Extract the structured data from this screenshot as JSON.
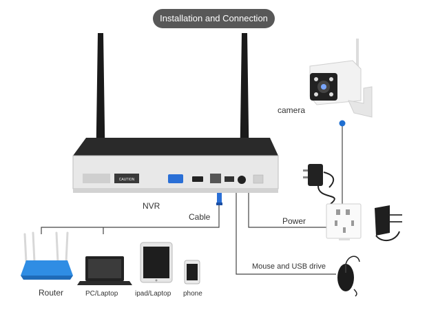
{
  "header": {
    "title": "Installation and Connection"
  },
  "labels": {
    "nvr": "NVR",
    "camera": "camera",
    "cable": "Cable",
    "power": "Power",
    "mouse_usb": "Mouse and USB drive",
    "router": "Router",
    "pc_laptop": "PC/Laptop",
    "ipad_laptop": "ipad/Laptop",
    "phone": "phone"
  },
  "device_text": {
    "caution": "CAUTION"
  },
  "colors": {
    "nvr_body": "#2a2a2a",
    "nvr_front": "#e8e8e8",
    "router_blue": "#2f8de4",
    "line": "#444444",
    "port_blue": "#2a6fd6",
    "dot_blue": "#1f6fd1"
  }
}
